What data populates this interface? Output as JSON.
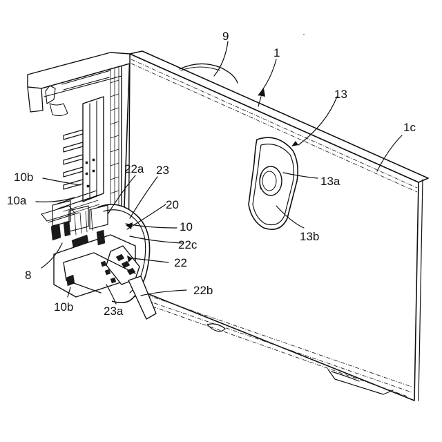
{
  "labels": {
    "l1": "1",
    "l9": "9",
    "l13": "13",
    "l1c": "1c",
    "l13a": "13a",
    "l13b": "13b",
    "l10b_top": "10b",
    "l10a": "10a",
    "l22a": "22a",
    "l23": "23",
    "l20": "20",
    "l10": "10",
    "l22c": "22c",
    "l22": "22",
    "l8": "8",
    "l22b": "22b",
    "l10b_bottom": "10b",
    "l23a": "23a"
  }
}
